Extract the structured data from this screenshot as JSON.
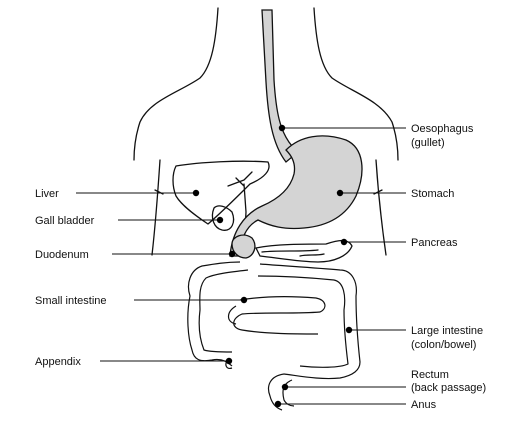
{
  "labels": {
    "oesophagus_line1": "Oesophagus",
    "oesophagus_line2": "(gullet)",
    "stomach": "Stomach",
    "pancreas": "Pancreas",
    "large_intestine_line1": "Large intestine",
    "large_intestine_line2": "(colon/bowel)",
    "rectum_line1": "Rectum",
    "rectum_line2": "(back passage)",
    "anus": "Anus",
    "liver": "Liver",
    "gall_bladder": "Gall bladder",
    "duodenum": "Duodenum",
    "small_intestine": "Small intestine",
    "appendix": "Appendix"
  },
  "colors": {
    "organ_fill": "#d4d4d4",
    "line": "#111111",
    "background": "#ffffff"
  }
}
